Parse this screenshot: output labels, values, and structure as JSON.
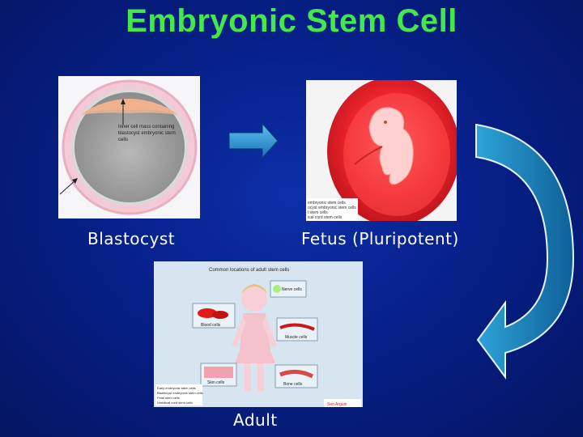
{
  "title": "Embryonic Stem Cell",
  "labels": {
    "blastocyst": "Blastocyst",
    "fetus": "Fetus (Pluripotent)",
    "adult": "Adult"
  },
  "blastocyst_figure": {
    "annotation_line1": "Inner cell mass containing",
    "annotation_line2": "blastocyst embryonic stem",
    "annotation_line3": "cells"
  },
  "fetus_figure": {
    "legend": [
      "embryonic stem cells",
      "ocyst embryonic stem cells",
      "l stem cells",
      "ical cord stem cells"
    ]
  },
  "adult_figure": {
    "heading": "Common locations of adult stem cells",
    "nerve": "Nerve cells",
    "blood": "Blood cells",
    "muscle": "Muscle cells",
    "skin": "Skin cells",
    "bone": "Bone cells",
    "legend": [
      "Early embryonic stem cells",
      "Blastocyst embryonic stem cells",
      "Fetal stem cells",
      "Umbilical cord stem cells"
    ],
    "source": "Sen Arguin"
  },
  "colors": {
    "title": "#44e84a",
    "arrow": "#1e8fd0",
    "background": "#07208a"
  }
}
